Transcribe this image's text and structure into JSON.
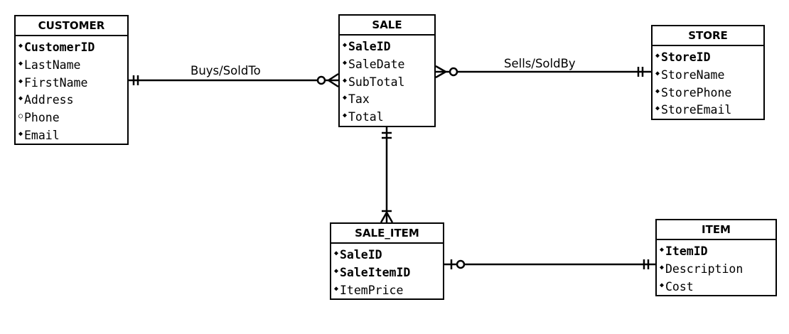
{
  "entities": {
    "customer": {
      "title": "CUSTOMER",
      "attributes": [
        {
          "bullet": "◆",
          "name": "CustomerID",
          "pk": true
        },
        {
          "bullet": "◆",
          "name": "LastName",
          "pk": false
        },
        {
          "bullet": "◆",
          "name": "FirstName",
          "pk": false
        },
        {
          "bullet": "◆",
          "name": "Address",
          "pk": false
        },
        {
          "bullet": "○",
          "name": "Phone",
          "pk": false
        },
        {
          "bullet": "◆",
          "name": "Email",
          "pk": false
        }
      ]
    },
    "sale": {
      "title": "SALE",
      "attributes": [
        {
          "bullet": "◆",
          "name": "SaleID",
          "pk": true
        },
        {
          "bullet": "◆",
          "name": "SaleDate",
          "pk": false
        },
        {
          "bullet": "◆",
          "name": "SubTotal",
          "pk": false
        },
        {
          "bullet": "◆",
          "name": "Tax",
          "pk": false
        },
        {
          "bullet": "◆",
          "name": "Total",
          "pk": false
        }
      ]
    },
    "store": {
      "title": "STORE",
      "attributes": [
        {
          "bullet": "◆",
          "name": "StoreID",
          "pk": true
        },
        {
          "bullet": "◆",
          "name": "StoreName",
          "pk": false
        },
        {
          "bullet": "◆",
          "name": "StorePhone",
          "pk": false
        },
        {
          "bullet": "◆",
          "name": "StoreEmail",
          "pk": false
        }
      ]
    },
    "sale_item": {
      "title": "SALE_ITEM",
      "attributes": [
        {
          "bullet": "◆",
          "name": "SaleID",
          "pk": true
        },
        {
          "bullet": "◆",
          "name": "SaleItemID",
          "pk": true
        },
        {
          "bullet": "◆",
          "name": "ItemPrice",
          "pk": false
        }
      ]
    },
    "item": {
      "title": "ITEM",
      "attributes": [
        {
          "bullet": "◆",
          "name": "ItemID",
          "pk": true
        },
        {
          "bullet": "◆",
          "name": "Description",
          "pk": false
        },
        {
          "bullet": "◆",
          "name": "Cost",
          "pk": false
        }
      ]
    }
  },
  "relationships": {
    "buys_soldto": {
      "label": "Buys/SoldTo",
      "from": "CUSTOMER",
      "to": "SALE",
      "from_cardinality": "exactly-one",
      "to_cardinality": "zero-or-many"
    },
    "sells_soldby": {
      "label": "Sells/SoldBy",
      "from": "SALE",
      "to": "STORE",
      "from_cardinality": "zero-or-many",
      "to_cardinality": "exactly-one"
    },
    "sale_saleitem": {
      "label": "",
      "from": "SALE",
      "to": "SALE_ITEM",
      "from_cardinality": "exactly-one",
      "to_cardinality": "one-or-many"
    },
    "saleitem_item": {
      "label": "",
      "from": "SALE_ITEM",
      "to": "ITEM",
      "from_cardinality": "zero-or-one",
      "to_cardinality": "exactly-one"
    }
  },
  "colors": {
    "line": "#000000",
    "background": "#ffffff"
  }
}
